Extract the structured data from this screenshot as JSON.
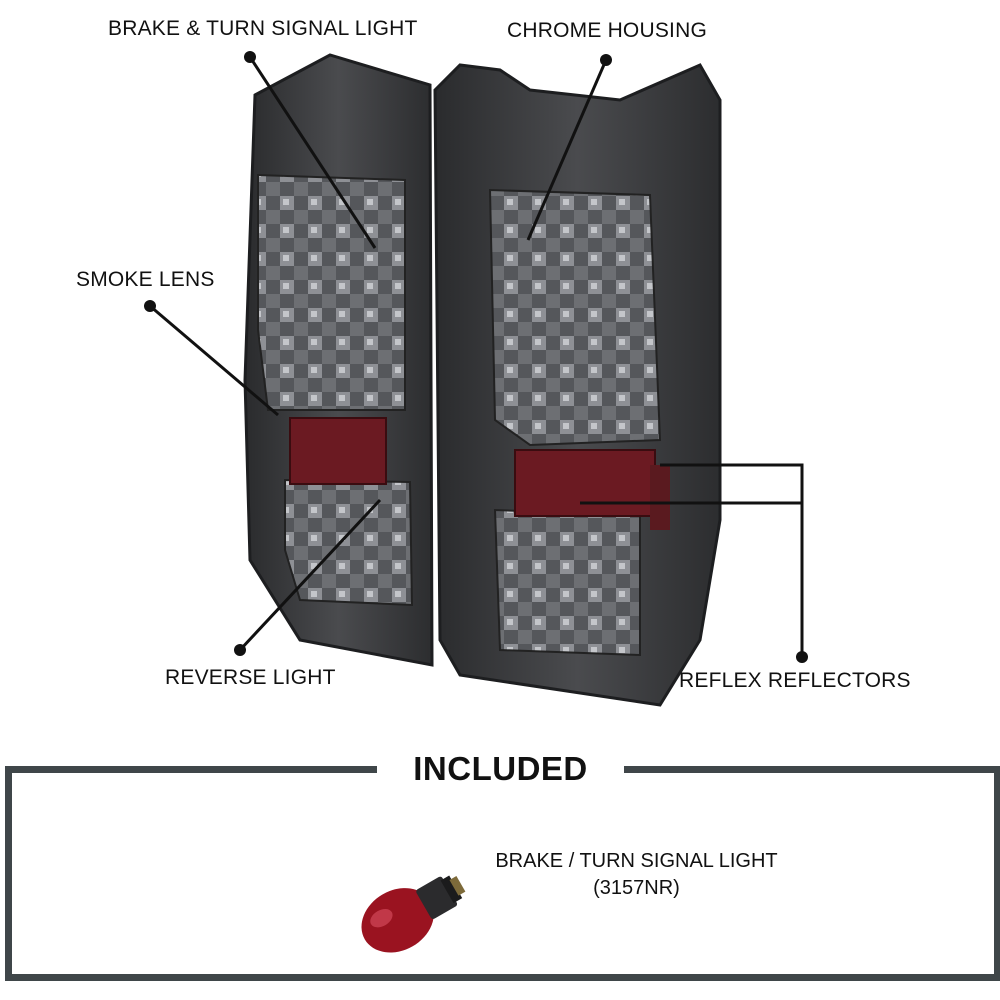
{
  "callouts": {
    "brake_turn": "BRAKE & TURN SIGNAL LIGHT",
    "chrome_housing": "CHROME HOUSING",
    "smoke_lens": "SMOKE LENS",
    "reverse_light": "REVERSE LIGHT",
    "reflex_reflectors": "REFLEX REFLECTORS"
  },
  "included": {
    "title": "INCLUDED",
    "item_name": "BRAKE / TURN SIGNAL LIGHT",
    "item_code": "(3157NR)"
  },
  "colors": {
    "frame": "#3f4649",
    "housing": "#3a3b3d",
    "reflector": "#6b1a22",
    "bulb_glass": "#9a1320"
  }
}
